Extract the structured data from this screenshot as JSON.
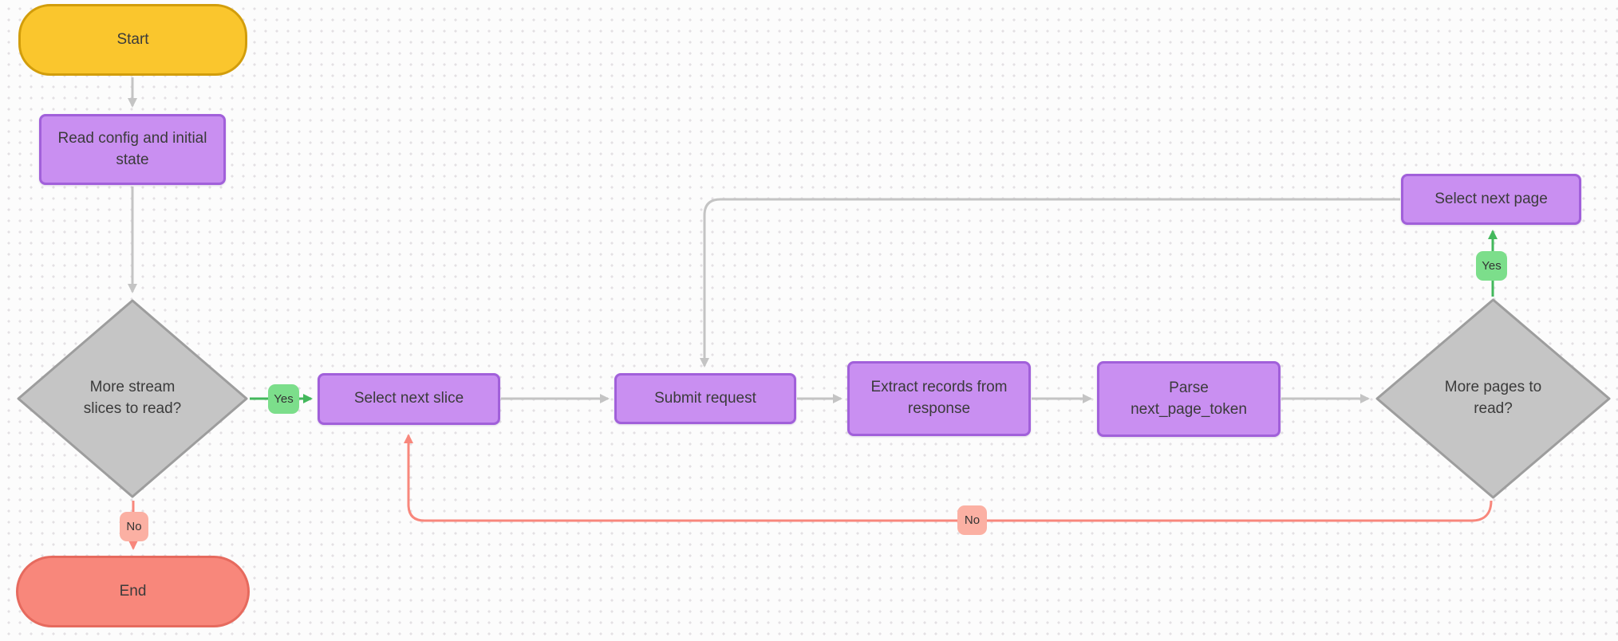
{
  "diagram": {
    "kind": "flowchart",
    "background": "dot-grid",
    "nodes": {
      "start": "Start",
      "read_config": "Read config and initial\nstate",
      "more_slices": "More stream\nslices to read?",
      "select_next_slice": "Select next slice",
      "submit_request": "Submit request",
      "extract_records": "Extract records from\nresponse",
      "parse_token": "Parse\nnext_page_token",
      "more_pages": "More pages to\nread?",
      "select_next_page": "Select next page",
      "end": "End"
    },
    "edge_labels": {
      "yes_slices": "Yes",
      "no_slices": "No",
      "yes_pages": "Yes",
      "no_pages": "No"
    },
    "colors": {
      "start_fill": "#FAC62D",
      "start_border": "#D29D0B",
      "process_fill": "#C98FF1",
      "process_border": "#A160DA",
      "decision_fill": "#C5C5C5",
      "decision_border": "#9D9D9D",
      "end_fill": "#F8877B",
      "end_border": "#E66A5E",
      "yes_badge": "#7CDE8B",
      "yes_line": "#43B85C",
      "no_badge": "#FBB0A3",
      "no_line": "#F8877C",
      "connector_gray": "#C4C4C4",
      "text": "#3B3B3B"
    }
  }
}
